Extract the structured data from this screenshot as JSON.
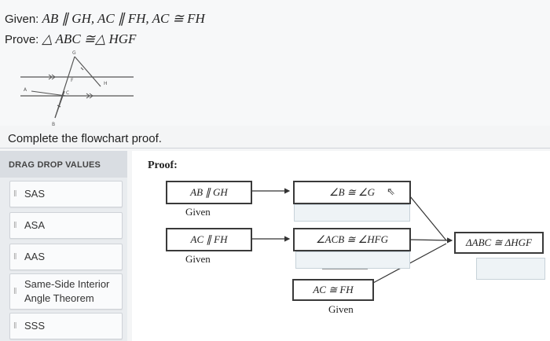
{
  "problem": {
    "given_label": "Given:",
    "given_math": "AB ∥ GH, AC ∥ FH, AC ≅ FH",
    "prove_label": "Prove:",
    "prove_math": "△ ABC ≅△ HGF",
    "instruction": "Complete the flowchart proof."
  },
  "figure": {
    "points": [
      "G",
      "F",
      "H",
      "A",
      "C",
      "B"
    ]
  },
  "drag_panel": {
    "header": "DRAG DROP VALUES",
    "items": [
      {
        "label": "SAS"
      },
      {
        "label": "ASA"
      },
      {
        "label": "AAS"
      },
      {
        "label": "Same-Side Interior Angle Theorem"
      },
      {
        "label": "SSS"
      }
    ]
  },
  "proof": {
    "title": "Proof:",
    "statement1": "AB ∥ GH",
    "reason1": "Given",
    "statement2": "AC ∥ FH",
    "reason2": "Given",
    "statement3": "∠B ≅ ∠G",
    "statement4": "∠ACB ≅ ∠HFG",
    "statement5": "AC ≅ FH",
    "reason5": "Given",
    "conclusion": "ΔABC ≅ ΔHGF"
  },
  "colors": {
    "header_bg": "#d9dde2",
    "dropzone": "#eef3f6",
    "box_border": "#3a3a3a"
  }
}
